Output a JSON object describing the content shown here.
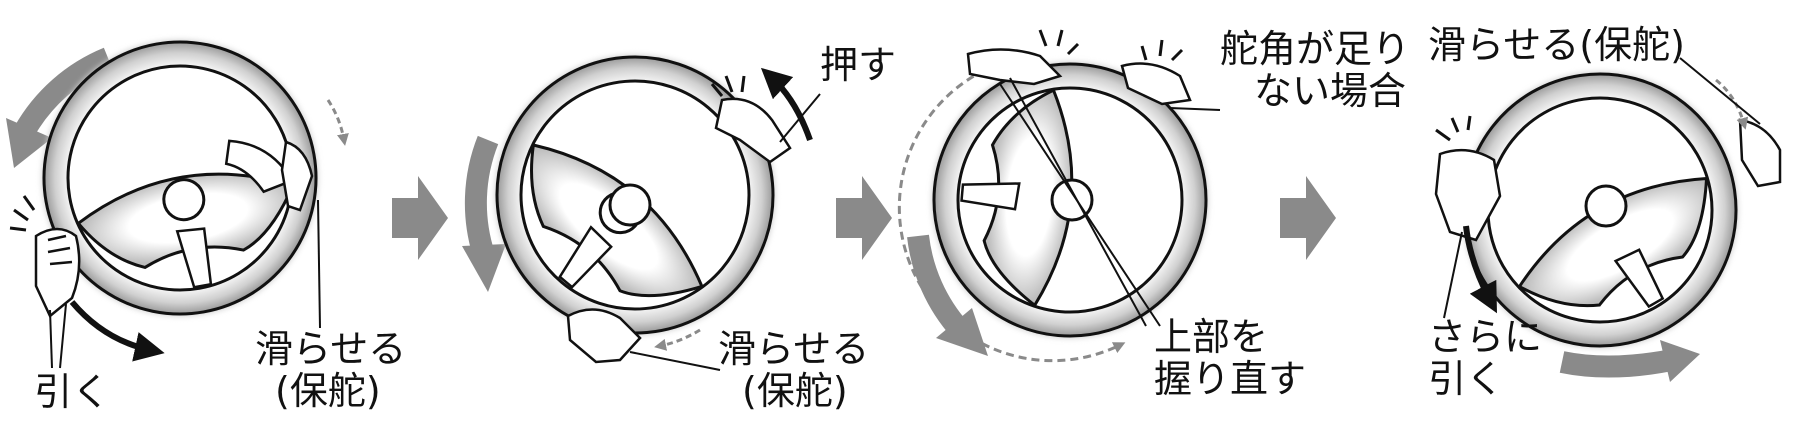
{
  "colors": {
    "ink": "#111111",
    "arrow_gray": "#8a8a8a",
    "wheel_shade": "#b8b8b8",
    "paper": "#ffffff"
  },
  "panels": [
    {
      "id": "step-1",
      "labels": {
        "pull": "引く",
        "slide_line1": "滑らせる",
        "slide_line2": "(保舵)"
      }
    },
    {
      "id": "step-2",
      "labels": {
        "push": "押す",
        "slide_line1": "滑らせる",
        "slide_line2": "(保舵)"
      }
    },
    {
      "id": "step-3",
      "labels": {
        "insufficient_line1": "舵角が足り",
        "insufficient_line2": "ない場合",
        "regrip_line1": "上部を",
        "regrip_line2": "握り直す"
      }
    },
    {
      "id": "step-4",
      "labels": {
        "slide": "滑らせる(保舵)",
        "pull_more_line1": "さらに",
        "pull_more_line2": "引く"
      }
    }
  ],
  "icons": {
    "steering_wheel": "steering-wheel-icon",
    "hand": "hand-icon",
    "step_arrow": "step-arrow-icon",
    "rotation_arrow": "rotation-arrow-icon"
  }
}
